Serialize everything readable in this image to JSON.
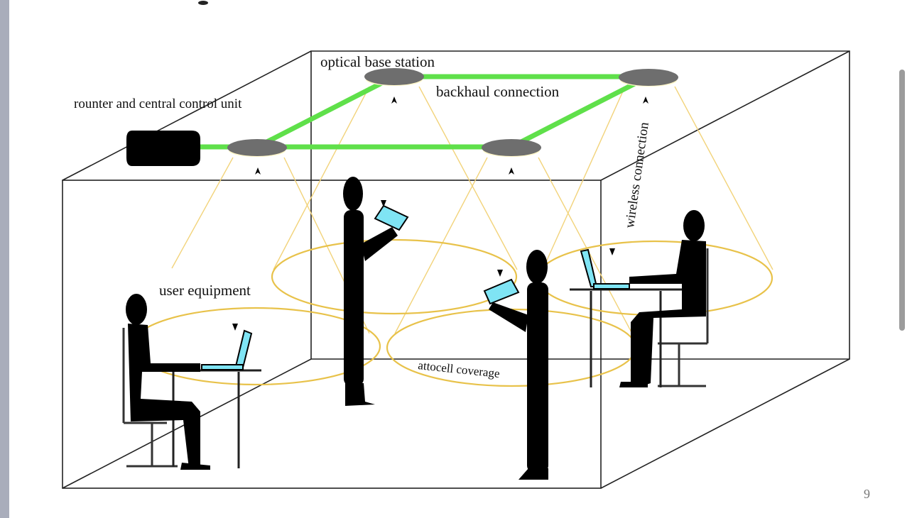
{
  "labels": {
    "optical_base_station": "optical base station",
    "backhaul_connection": "backhaul connection",
    "router": "rounter and central control unit",
    "wireless_connection": "wireless connection",
    "user_equipment": "user equipment",
    "attocell_coverage": "attocell coverage"
  },
  "page_number": "9",
  "colors": {
    "backhaul": "#5fe04a",
    "light_cone": "#f2d37a",
    "coverage": "#e8c24a",
    "screen": "#7fe4f4",
    "silhouette": "#000000",
    "base_station": "#6e6e6e",
    "left_bar": "#a9adbb"
  }
}
